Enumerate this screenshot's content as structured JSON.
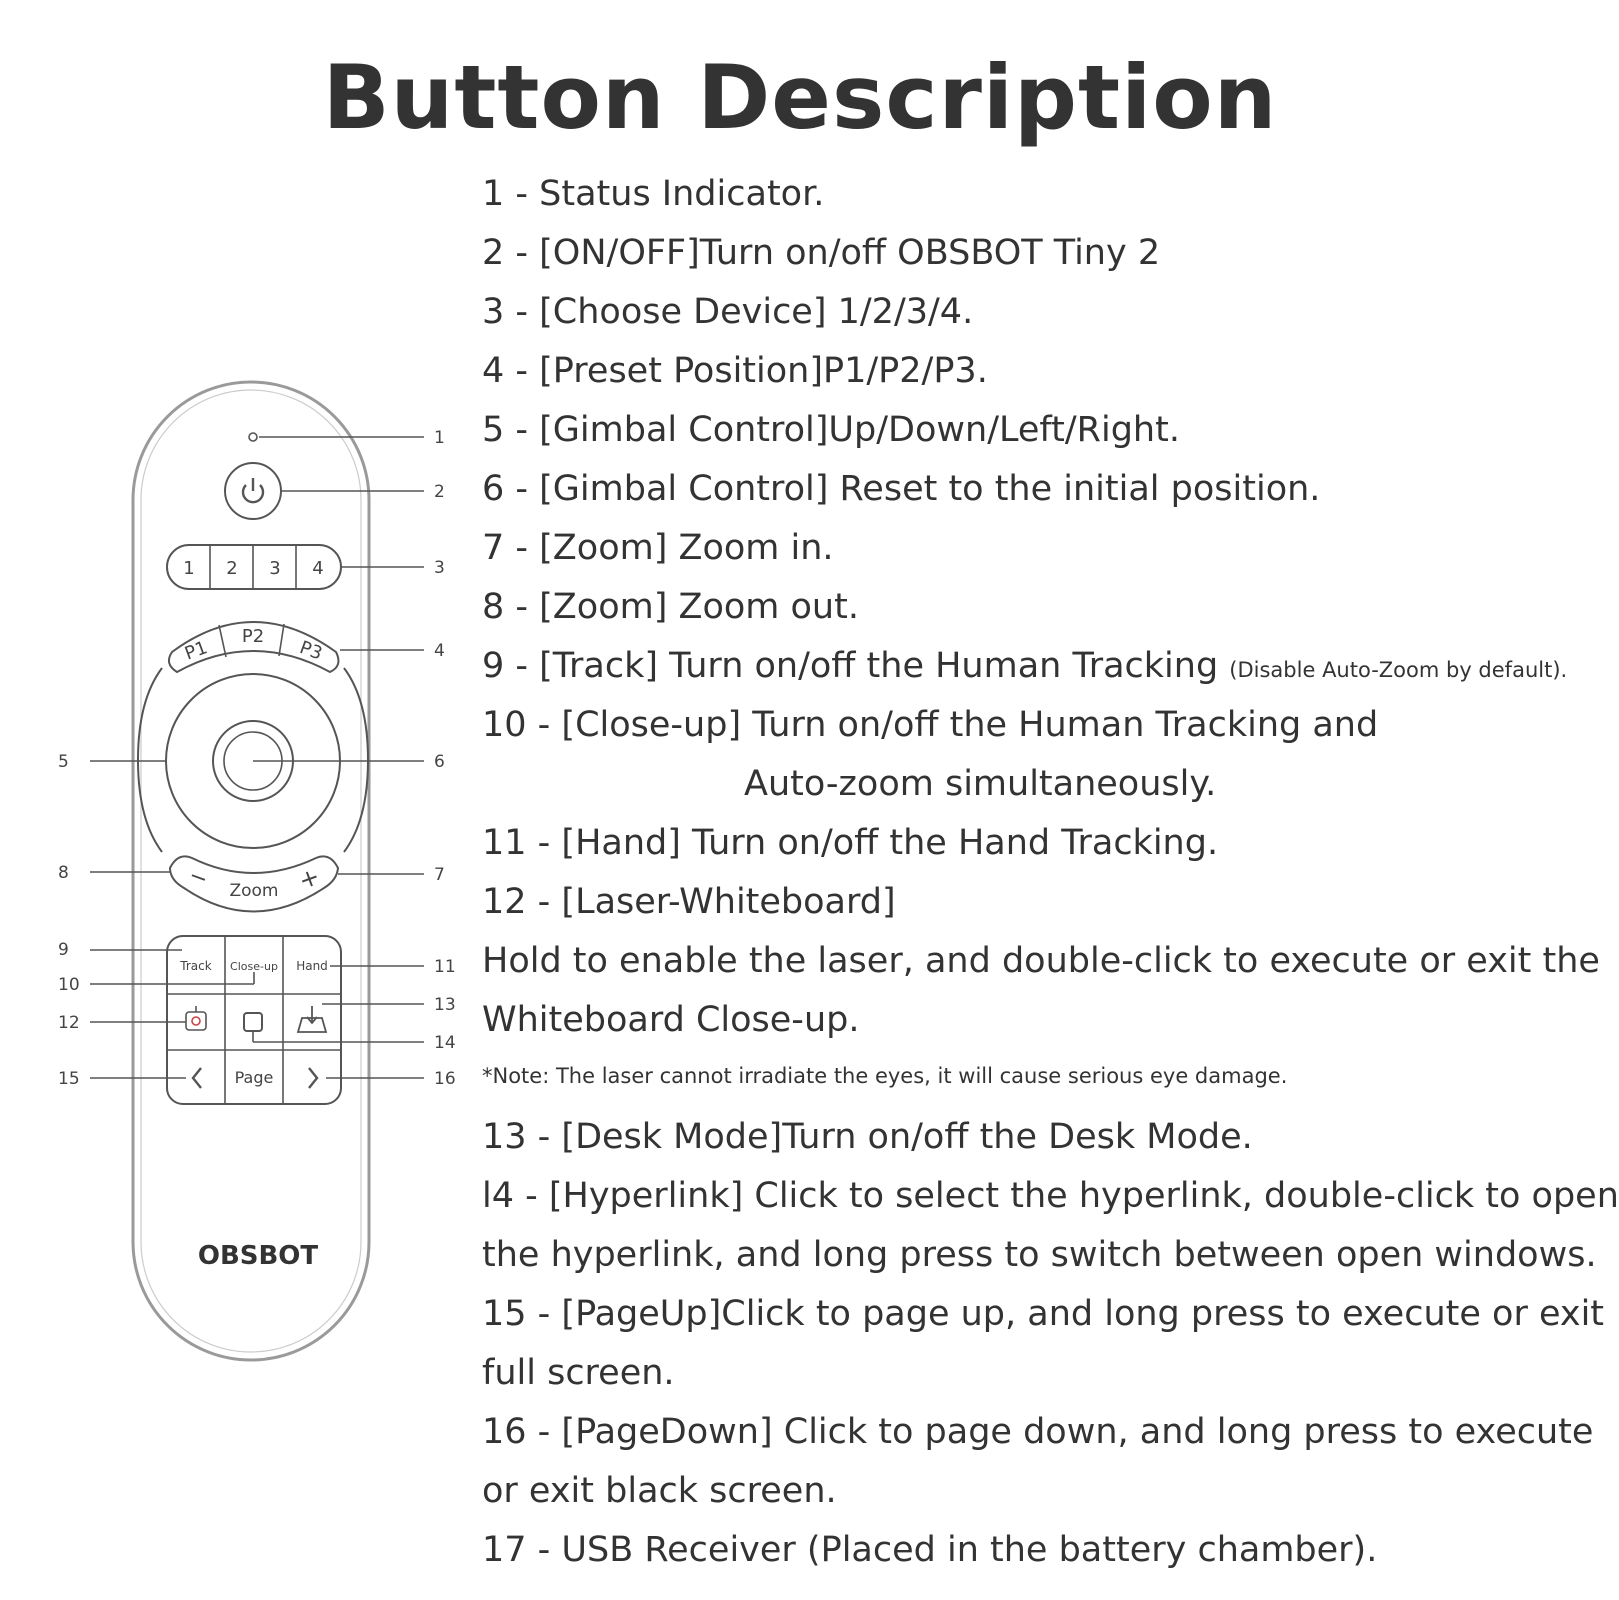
{
  "title": "Button Description",
  "colors": {
    "text": "#333333",
    "line": "#555555",
    "shell": "#9a9a9a"
  },
  "remote": {
    "brand": "OBSBOT",
    "device_buttons": [
      "1",
      "2",
      "3",
      "4"
    ],
    "preset_buttons": [
      "P1",
      "P2",
      "P3"
    ],
    "zoom_label": "Zoom",
    "zoom_minus": "−",
    "zoom_plus": "+",
    "track_label": "Track",
    "closeup_label": "Close-up",
    "hand_label": "Hand",
    "page_label": "Page",
    "callouts": [
      "1",
      "2",
      "3",
      "4",
      "5",
      "6",
      "7",
      "8",
      "9",
      "10",
      "11",
      "12",
      "13",
      "14",
      "15",
      "16"
    ]
  },
  "descriptions": {
    "d1": "1 - Status Indicator.",
    "d2": "2 - [ON/OFF]Turn on/off OBSBOT Tiny 2",
    "d3": "3 - [Choose Device] 1/2/3/4.",
    "d4": "4 - [Preset Position]P1/P2/P3.",
    "d5": "5 - [Gimbal Control]Up/Down/Left/Right.",
    "d6": "6 - [Gimbal Control]  Reset to the initial position.",
    "d7": "7 - [Zoom] Zoom in.",
    "d8": "8 - [Zoom] Zoom out.",
    "d9": "9 - [Track] Turn on/off the Human Tracking ",
    "d9_note": "(Disable Auto-Zoom by default).",
    "d10a": "10 - [Close-up] Turn on/off the Human Tracking and",
    "d10b": "Auto-zoom simultaneously.",
    "d11": "11 - [Hand] Turn on/off the Hand Tracking.",
    "d12": "12 - [Laser-Whiteboard]",
    "d12a": "Hold to enable the laser, and double-click to execute or exit the",
    "d12b": "Whiteboard Close-up.",
    "note": "*Note: The laser cannot irradiate the eyes, it will cause serious eye damage.",
    "d13": "13 - [Desk Mode]Turn on/off the Desk Mode.",
    "d14a": "l4 - [Hyperlink] Click to select the hyperlink, double-click to open",
    "d14b": "the hyperlink, and long press to switch between open windows.",
    "d15a": "15 - [PageUp]Click to page up, and long press to execute or exit",
    "d15b": "full screen.",
    "d16a": "16 - [PageDown] Click to page down, and long press to execute",
    "d16b": "or exit black screen.",
    "d17": "17 - USB Receiver (Placed in the battery chamber)."
  }
}
